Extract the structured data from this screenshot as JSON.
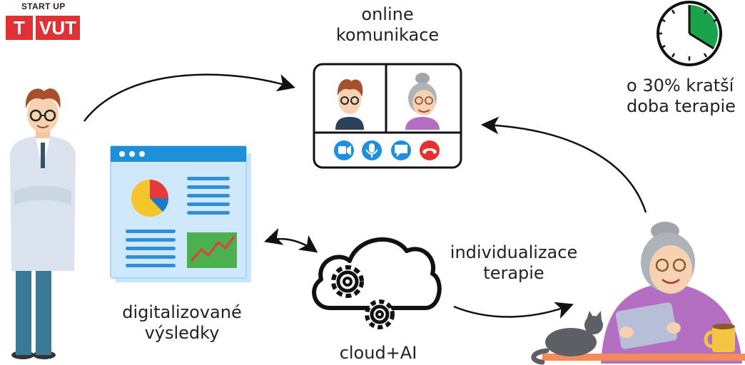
{
  "logo": {
    "top": "START UP",
    "left": "T",
    "right": "VUT"
  },
  "labels": {
    "online": [
      "online",
      "komunikace"
    ],
    "time": [
      "o 30% kratší",
      "doba terapie"
    ],
    "digital": [
      "digitalizované",
      "výsledky"
    ],
    "individual": [
      "individualizace",
      "terapie"
    ],
    "cloud": "cloud+AI"
  },
  "colors": {
    "brand_red": "#e03236",
    "call_blue": "#1d8ee0",
    "end_call_red": "#e53030",
    "timer_green": "#1aa34a",
    "doc_frame": "#a9d6f5",
    "doc_accent": "#1e90d8"
  },
  "icons": [
    "doctor",
    "video-call-window",
    "camera-icon",
    "microphone-icon",
    "chat-icon",
    "end-call-icon",
    "timer-icon",
    "report-document",
    "pie-chart-icon",
    "line-chart-icon",
    "cloud-gears-icon",
    "grandmother-with-tablet",
    "cat",
    "coffee-mug"
  ]
}
